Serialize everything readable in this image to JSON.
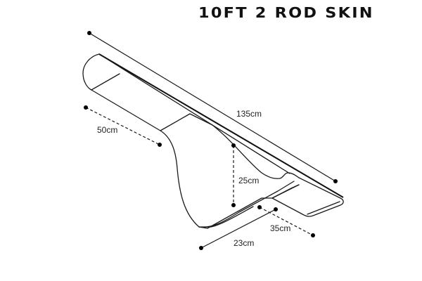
{
  "title": "10FT 2 ROD SKIN",
  "dimensions": {
    "length": "135cm",
    "width_front": "50cm",
    "height": "25cm",
    "width_back": "23cm",
    "pocket_length": "35cm"
  },
  "colors": {
    "line": "#1a1a1a",
    "background": "#ffffff"
  }
}
